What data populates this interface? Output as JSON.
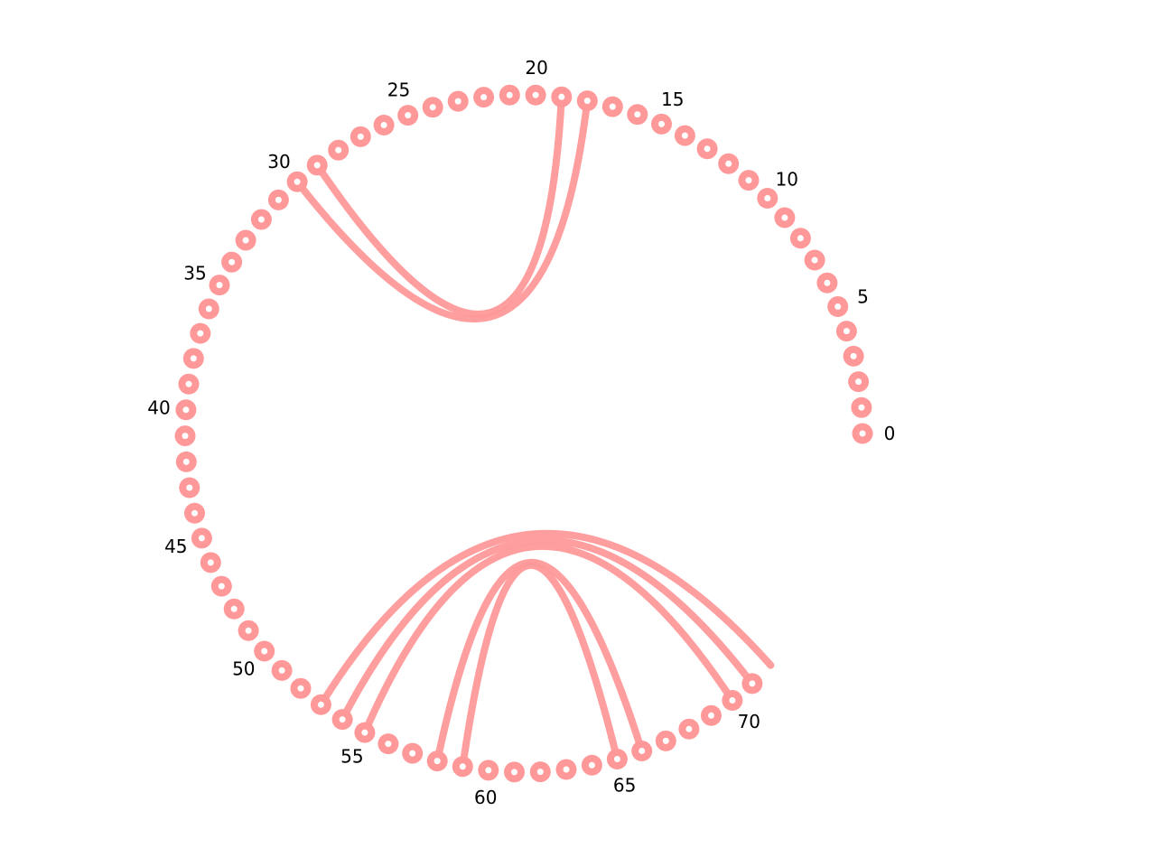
{
  "diagram": {
    "type": "circular-arc-diagram",
    "node_count": 72,
    "first_index": 0,
    "last_index": 71,
    "label_every": 5,
    "tick_labels": [
      "0",
      "5",
      "10",
      "15",
      "20",
      "25",
      "30",
      "35",
      "40",
      "45",
      "50",
      "55",
      "60",
      "65",
      "70"
    ],
    "links": [
      [
        19,
        29
      ],
      [
        18,
        30
      ],
      [
        53,
        72
      ],
      [
        54,
        71
      ],
      [
        55,
        70
      ],
      [
        58,
        66
      ],
      [
        59,
        65
      ]
    ],
    "colors": {
      "node": "#ff9999",
      "node_center": "#ffffff",
      "link": "#ff9999",
      "link_overlap": "#ff4d4d",
      "label": "#000000"
    }
  }
}
